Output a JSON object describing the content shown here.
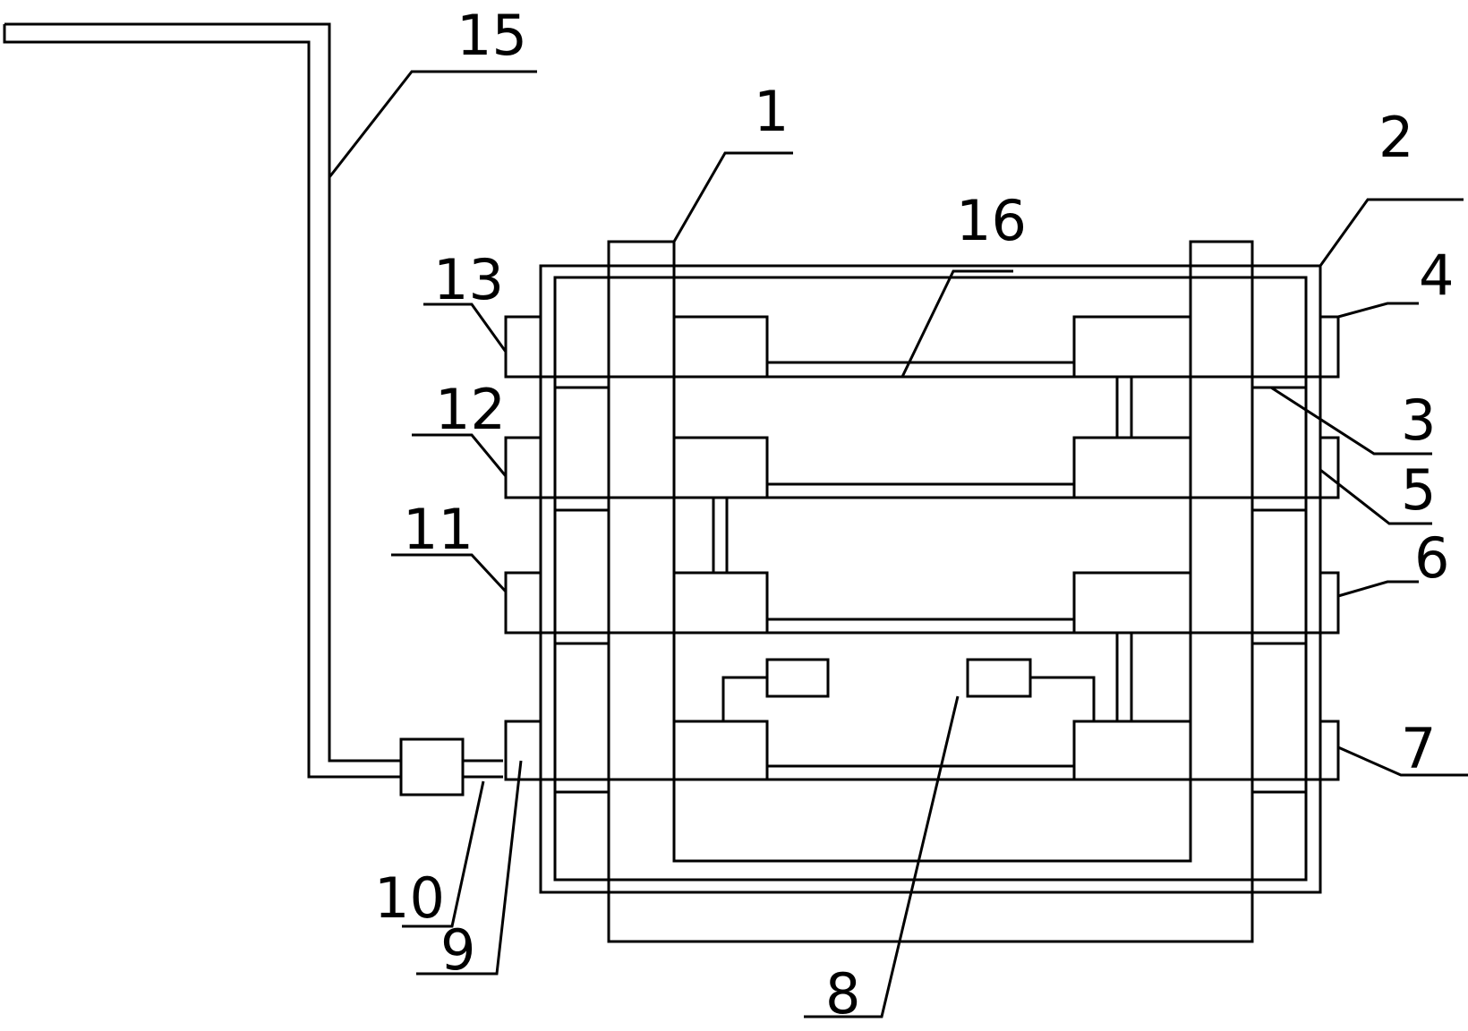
{
  "figure": {
    "labels": {
      "l1": "1",
      "l2": "2",
      "l3": "3",
      "l4": "4",
      "l5": "5",
      "l6": "6",
      "l7": "7",
      "l8": "8",
      "l9": "9",
      "l10": "10",
      "l11": "11",
      "l12": "12",
      "l13": "13",
      "l15": "15",
      "l16": "16"
    }
  }
}
